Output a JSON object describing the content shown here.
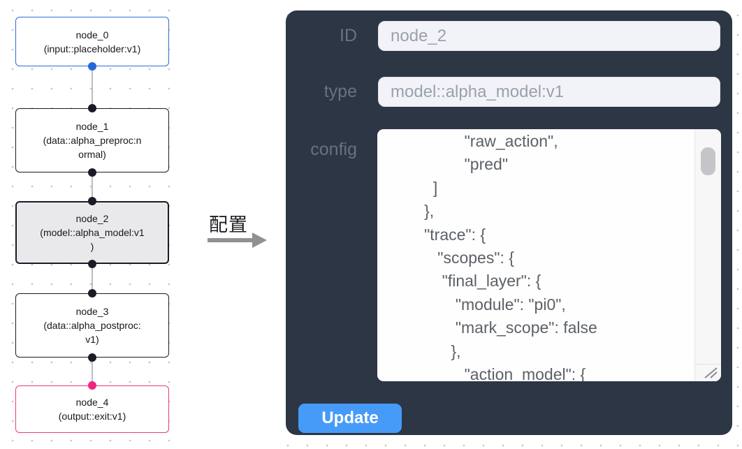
{
  "canvas": {
    "nodes": [
      {
        "id": "node_0",
        "title": "node_0",
        "subtitle": "(input::placeholder:v1)",
        "accent": "blue",
        "selected": false
      },
      {
        "id": "node_1",
        "title": "node_1",
        "subtitle": "(data::alpha_preproc:n\normal)",
        "accent": "dark",
        "selected": false
      },
      {
        "id": "node_2",
        "title": "node_2",
        "subtitle": "(model::alpha_model:v1\n)",
        "accent": "dark",
        "selected": true
      },
      {
        "id": "node_3",
        "title": "node_3",
        "subtitle": "(data::alpha_postproc:\nv1)",
        "accent": "dark",
        "selected": false
      },
      {
        "id": "node_4",
        "title": "node_4",
        "subtitle": "(output::exit:v1)",
        "accent": "pink",
        "selected": false
      }
    ]
  },
  "transfer": {
    "label": "配置"
  },
  "panel": {
    "fields": [
      {
        "label": "ID",
        "value": "node_2"
      },
      {
        "label": "type",
        "value": "model::alpha_model:v1"
      }
    ],
    "config": {
      "label": "config",
      "value": "                 \"raw_action\",\n                 \"pred\"\n          ]\n        },\n        \"trace\": {\n           \"scopes\": {\n            \"final_layer\": {\n               \"module\": \"pi0\",\n               \"mark_scope\": false\n              },\n                 \"action_model\": {"
    },
    "update_label": "Update"
  },
  "icons": {
    "resize_grip": "two diagonal lines, bottom-right of config box",
    "scrollbar_thumb": "rounded gray pill"
  },
  "colors": {
    "panel_background": "#2d3644",
    "input_background": "#f1f3f8",
    "input_text": "#9aa1ac",
    "label_text": "#6a7280",
    "node_border_default": "#1b1b27",
    "node_border_input": "#2f6bd8",
    "node_border_output": "#ea3a7d",
    "node_selected_fill": "#e9e9eb",
    "handle_blue": "#2467d6",
    "handle_pink": "#f0257f",
    "edge_gray": "#bcbcbe",
    "update_button": "#469bf8",
    "config_text": "#5c6167"
  }
}
